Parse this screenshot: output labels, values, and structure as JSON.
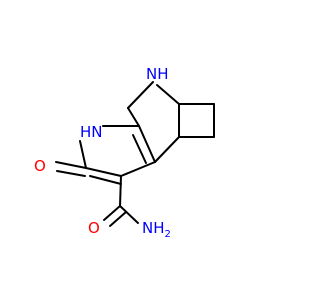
{
  "structure": {
    "bond_color": "#000000",
    "atoms": [
      {
        "id": "N_bridge",
        "element": "N",
        "label": "NH",
        "color": "#0000ff"
      },
      {
        "id": "N_ring",
        "element": "N",
        "label": "HN",
        "color": "#0000ff"
      },
      {
        "id": "O_carbonyl",
        "element": "O",
        "label": "O",
        "color": "#ff0000"
      },
      {
        "id": "O_amide",
        "element": "O",
        "label": "O",
        "color": "#ff0000"
      },
      {
        "id": "N_amide",
        "element": "N",
        "label": "NH",
        "sub": "2",
        "color": "#0000ff"
      }
    ]
  }
}
